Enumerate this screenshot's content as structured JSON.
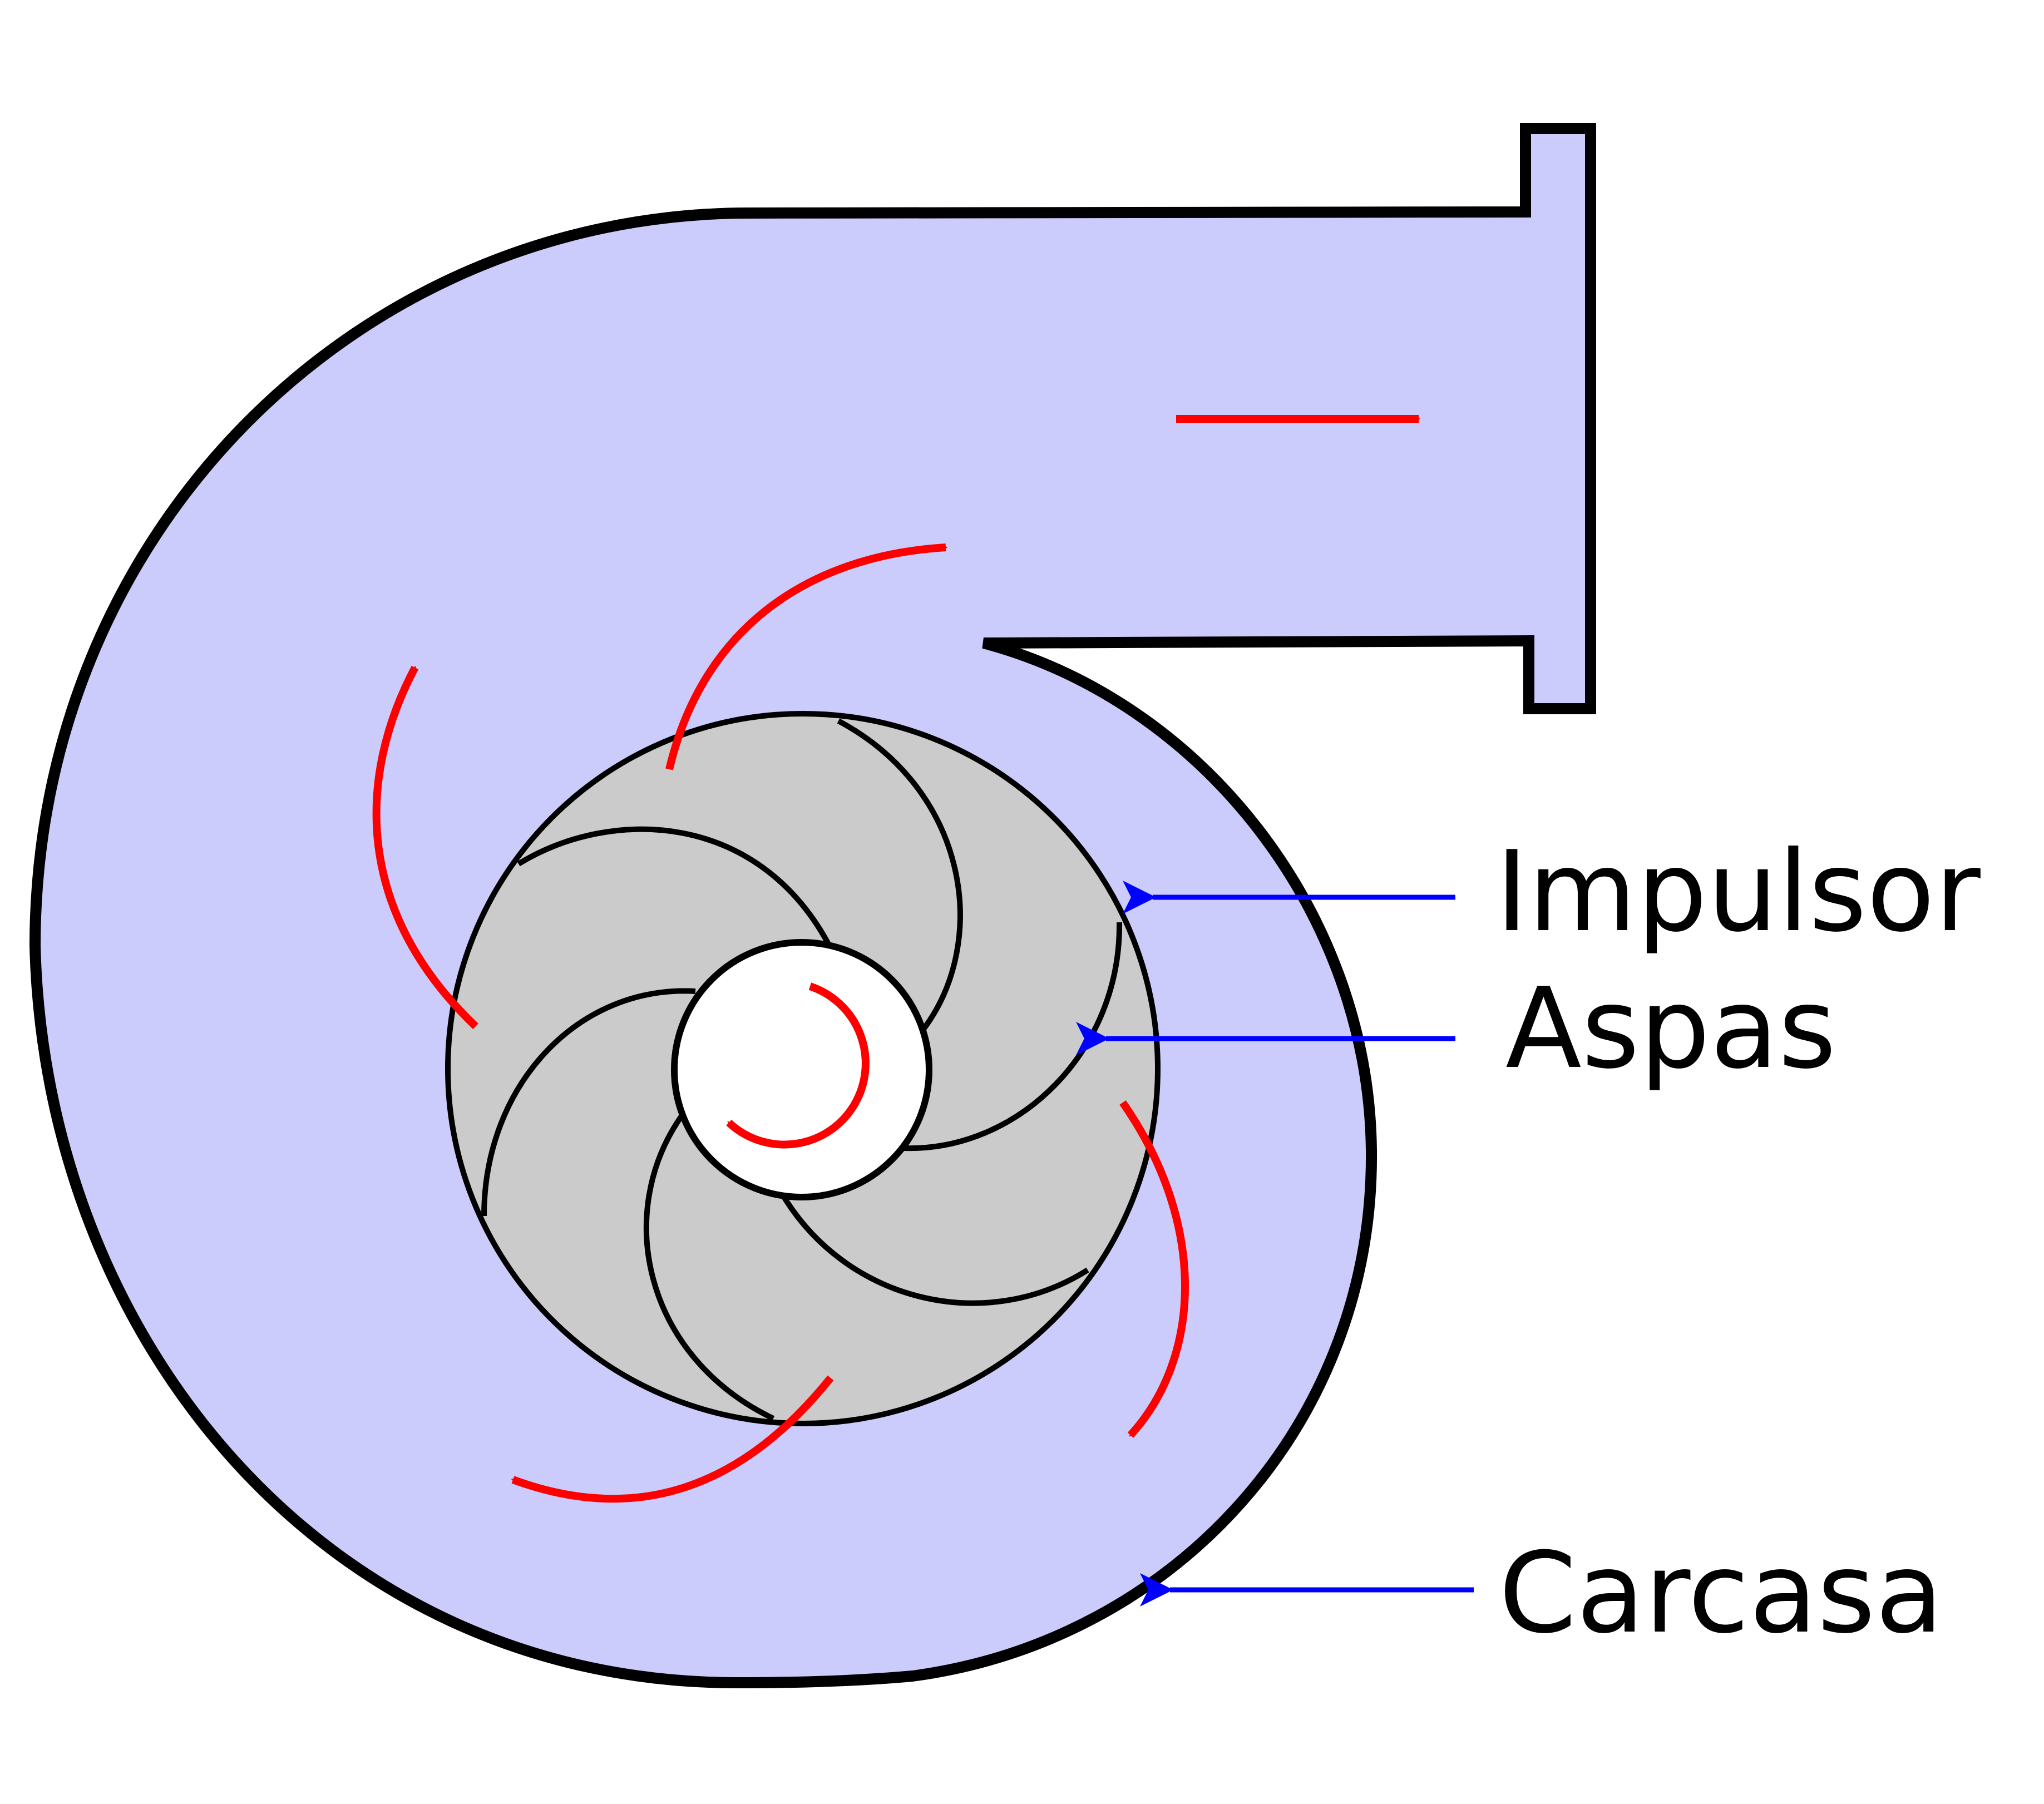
{
  "labels": {
    "impulsor": "Impulsor",
    "aspas": "Aspas",
    "carcasa": "Carcasa"
  },
  "colors": {
    "casing_fill": "#cbcbfc",
    "impeller_fill": "#cbcbcb",
    "hub_fill": "#ffffff",
    "outline": "#000000",
    "flow_arrow": "#ff0000",
    "pointer_arrow": "#0000ff"
  },
  "icons": {
    "flow": "red-curved-arrow",
    "pointer": "blue-pointer-arrow"
  }
}
